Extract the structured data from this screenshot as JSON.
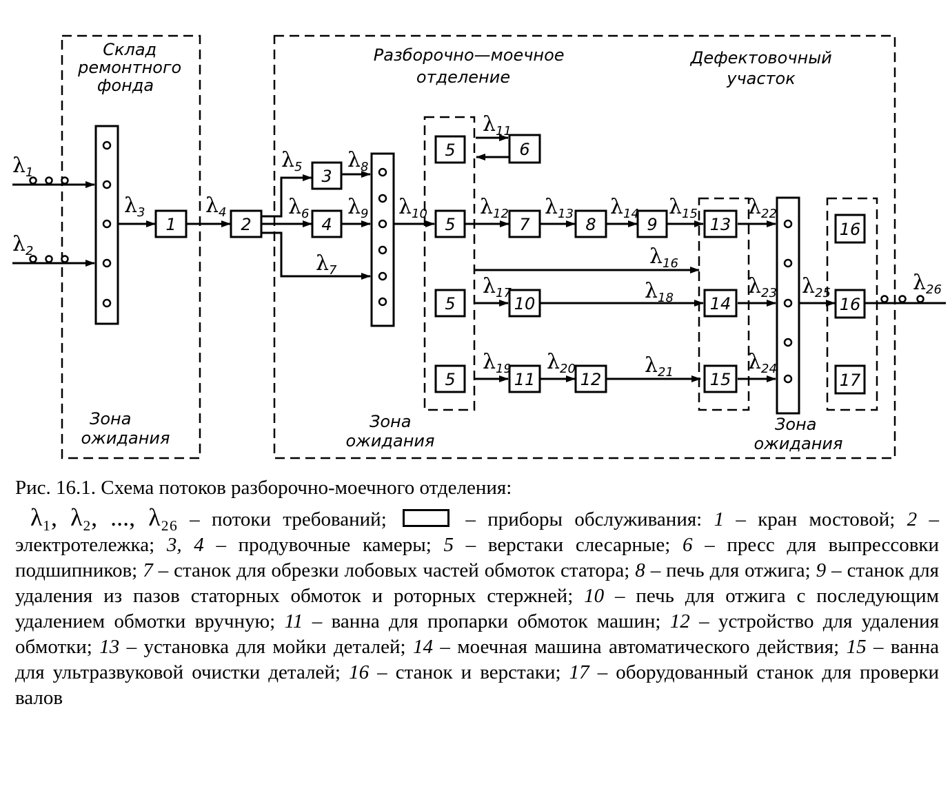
{
  "zones": {
    "warehouse_title": [
      "Склад",
      "ремонтного",
      "фонда"
    ],
    "wash_title": [
      "Разборочно—моечное",
      "отделение"
    ],
    "defect_title": [
      "Дефектовочный",
      "участок"
    ],
    "waiting_zone": [
      "Зона",
      "ожидания"
    ]
  },
  "devices": [
    "1",
    "2",
    "3",
    "4",
    "5",
    "6",
    "7",
    "8",
    "9",
    "10",
    "11",
    "12",
    "13",
    "14",
    "15",
    "16",
    "17"
  ],
  "flows": [
    "λ1",
    "λ2",
    "λ3",
    "λ4",
    "λ5",
    "λ6",
    "λ7",
    "λ8",
    "λ9",
    "λ10",
    "λ11",
    "λ12",
    "λ13",
    "λ14",
    "λ15",
    "λ16",
    "λ17",
    "λ18",
    "λ19",
    "λ20",
    "λ21",
    "λ22",
    "λ23",
    "λ24",
    "λ25",
    "λ26"
  ],
  "lambda_symbol": "λ",
  "caption": {
    "title": "Рис. 16.1. Схема потоков разборочно-моечного отделения:",
    "lambdas": "λ₁, λ₂, ..., λ₂₆",
    "t_flows": " – потоки требований; ",
    "t_devices": " – приборы обслуживания: ",
    "items": [
      {
        "n": "1",
        "t": " – кран мостовой; "
      },
      {
        "n": "2",
        "t": " – электротележка; "
      },
      {
        "n": "3, 4",
        "t": " – продувочные камеры; "
      },
      {
        "n": "5",
        "t": " – верстаки слесарные; "
      },
      {
        "n": "6",
        "t": " – пресс для выпрессовки подшипников; "
      },
      {
        "n": "7",
        "t": " – станок для обрезки лобовых частей обмоток статора; "
      },
      {
        "n": "8",
        "t": " – печь для отжига; "
      },
      {
        "n": "9",
        "t": " – станок для удаления из пазов статорных обмоток и роторных стержней; "
      },
      {
        "n": "10",
        "t": " – печь для отжига с последующим удалением обмотки вручную; "
      },
      {
        "n": "11",
        "t": " – ванна для пропарки обмоток машин; "
      },
      {
        "n": "12",
        "t": " – устройство для удаления обмотки; "
      },
      {
        "n": "13",
        "t": " – установка для мойки деталей; "
      },
      {
        "n": "14",
        "t": " – моечная машина автоматического действия; "
      },
      {
        "n": "15",
        "t": " – ванна для ультразвуковой очистки деталей; "
      },
      {
        "n": "16",
        "t": " – станок и верстаки; "
      },
      {
        "n": "17",
        "t": " – оборудованный станок для проверки валов"
      }
    ]
  }
}
